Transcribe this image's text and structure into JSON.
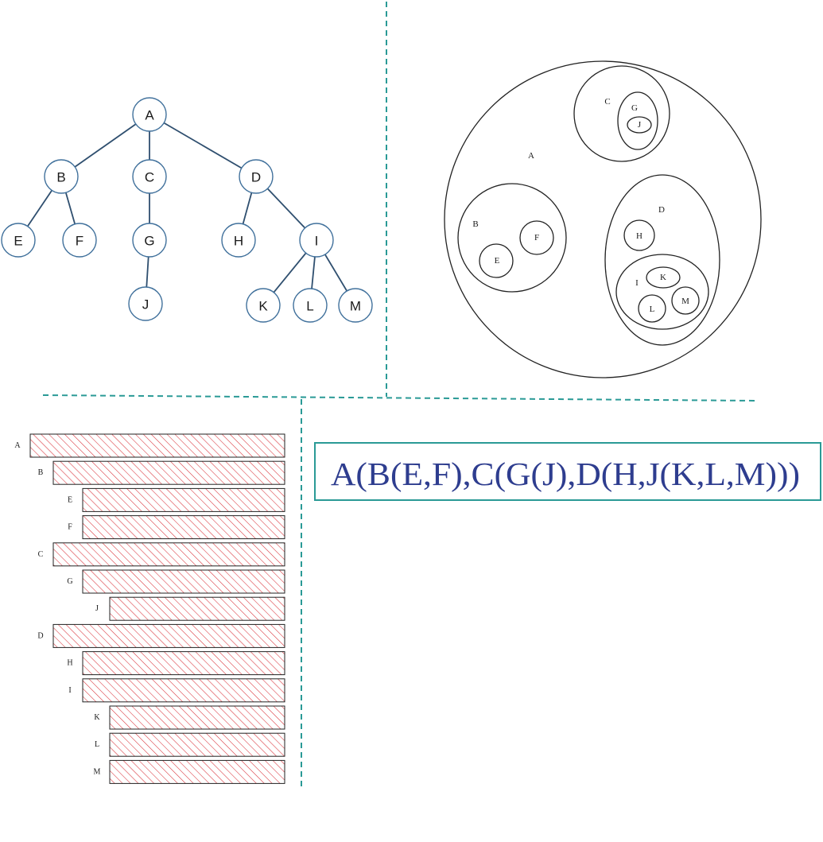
{
  "colors": {
    "divider": "#2a9a96",
    "tree_node_stroke": "#41719c",
    "tree_edge": "#2f4f6f",
    "hatch": "#d9333a",
    "formula_border": "#2a9a96",
    "formula_text": "#2e3d8f"
  },
  "tree": {
    "nodes": [
      "A",
      "B",
      "C",
      "D",
      "E",
      "F",
      "G",
      "H",
      "I",
      "J",
      "K",
      "L",
      "M"
    ],
    "edges": [
      [
        "A",
        "B"
      ],
      [
        "A",
        "C"
      ],
      [
        "A",
        "D"
      ],
      [
        "B",
        "E"
      ],
      [
        "B",
        "F"
      ],
      [
        "C",
        "G"
      ],
      [
        "D",
        "H"
      ],
      [
        "D",
        "I"
      ],
      [
        "G",
        "J"
      ],
      [
        "I",
        "K"
      ],
      [
        "I",
        "L"
      ],
      [
        "I",
        "M"
      ]
    ]
  },
  "venn": {
    "labels": [
      "A",
      "B",
      "C",
      "D",
      "E",
      "F",
      "G",
      "H",
      "I",
      "J",
      "K",
      "L",
      "M"
    ]
  },
  "indentation": {
    "rows": [
      {
        "label": "A",
        "depth": 0
      },
      {
        "label": "B",
        "depth": 1
      },
      {
        "label": "E",
        "depth": 2
      },
      {
        "label": "F",
        "depth": 2
      },
      {
        "label": "C",
        "depth": 1
      },
      {
        "label": "G",
        "depth": 2
      },
      {
        "label": "J",
        "depth": 3
      },
      {
        "label": "D",
        "depth": 1
      },
      {
        "label": "H",
        "depth": 2
      },
      {
        "label": "I",
        "depth": 2
      },
      {
        "label": "K",
        "depth": 3
      },
      {
        "label": "L",
        "depth": 3
      },
      {
        "label": "M",
        "depth": 3
      }
    ]
  },
  "generalized_list": {
    "text": "A(B(E,F),C(G(J),D(H,J(K,L,M)))"
  }
}
